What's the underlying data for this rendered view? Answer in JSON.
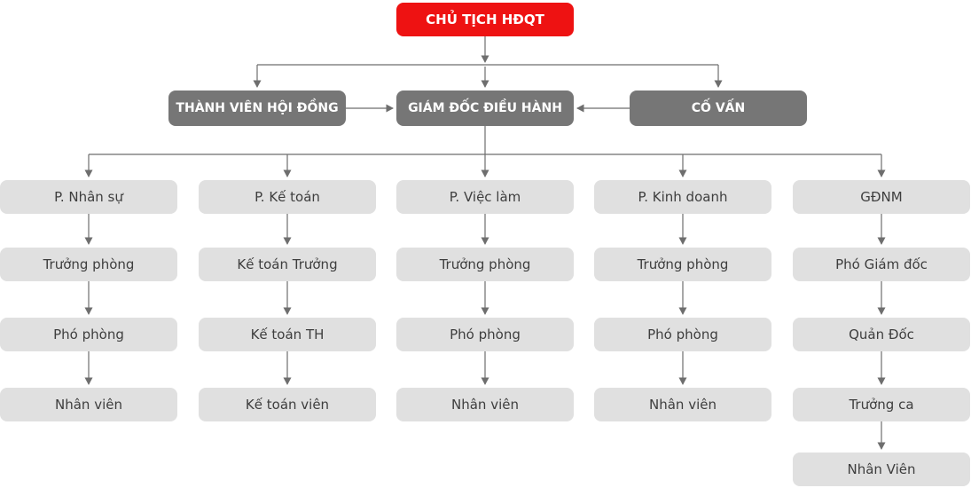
{
  "colors": {
    "accent_red": "#ee1212",
    "dark_gray": "#767676",
    "light_gray": "#e0e0e0",
    "light_text": "#3e3e3e",
    "line": "#6e6e6e"
  },
  "org": {
    "root": {
      "label": "CHỦ TỊCH HĐQT"
    },
    "level2": [
      {
        "label": "THÀNH VIÊN HỘI ĐỒNG"
      },
      {
        "label": "GIÁM ĐỐC ĐIỀU HÀNH"
      },
      {
        "label": "CỐ VẤN"
      }
    ],
    "columns": [
      {
        "head": "P. Nhân sự",
        "rows": [
          "Trưởng phòng",
          "Phó phòng",
          "Nhân viên"
        ]
      },
      {
        "head": "P. Kế toán",
        "rows": [
          "Kế toán Trưởng",
          "Kế toán TH",
          "Kế toán viên"
        ]
      },
      {
        "head": "P. Việc làm",
        "rows": [
          "Trưởng phòng",
          "Phó phòng",
          "Nhân viên"
        ]
      },
      {
        "head": "P. Kinh doanh",
        "rows": [
          "Trưởng phòng",
          "Phó phòng",
          "Nhân viên"
        ]
      },
      {
        "head": "GĐNM",
        "rows": [
          "Phó Giám đốc",
          "Quản Đốc",
          "Trưởng ca",
          "Nhân Viên"
        ]
      }
    ]
  }
}
